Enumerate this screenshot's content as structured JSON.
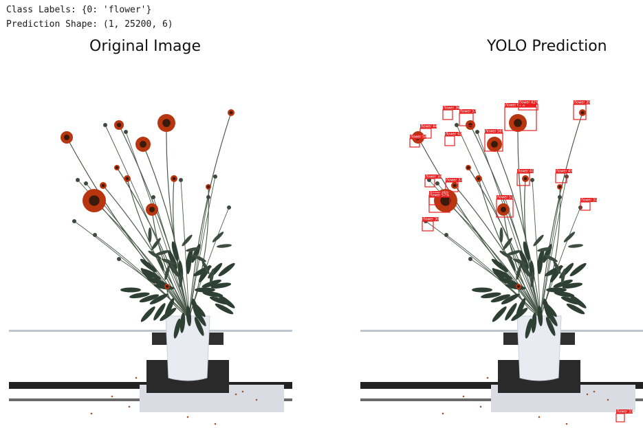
{
  "console": {
    "class_labels_line": "Class Labels: {0: 'flower'}",
    "prediction_shape_line": "Prediction Shape: (1, 25200, 6)"
  },
  "panels": {
    "left_title": "Original Image",
    "right_title": "YOLO Prediction"
  },
  "detections": [
    {
      "label": "flower",
      "score": "36%"
    },
    {
      "label": "flower",
      "score": "37%"
    },
    {
      "label": "flower",
      "score": "67%"
    },
    {
      "label": "flower",
      "score": "42%"
    },
    {
      "label": "flower",
      "score": "56%"
    },
    {
      "label": "flower",
      "score": "44%"
    },
    {
      "label": "flower",
      "score": "58%"
    },
    {
      "label": "flower",
      "score": "42%"
    },
    {
      "label": "flower",
      "score": "41%"
    },
    {
      "label": "flower",
      "score": "45%"
    },
    {
      "label": "flower",
      "score": "34%"
    },
    {
      "label": "flower",
      "score": "32%"
    },
    {
      "label": "flower",
      "score": "45%"
    },
    {
      "label": "flower",
      "score": "57%"
    },
    {
      "label": "flower",
      "score": "51%"
    },
    {
      "label": "flower",
      "score": "30%"
    },
    {
      "label": "flower",
      "score": "35%"
    },
    {
      "label": "flower",
      "score": "31%"
    },
    {
      "label": "flower",
      "score": "33%"
    }
  ],
  "colors": {
    "box": "#e81e1e",
    "flower_petal": "#b8360f",
    "flower_center": "#3a1a0a",
    "stem": "#4a5a4a",
    "leaf": "#2e3f33",
    "pot": "#e8ecf2",
    "rail": "#222222"
  }
}
